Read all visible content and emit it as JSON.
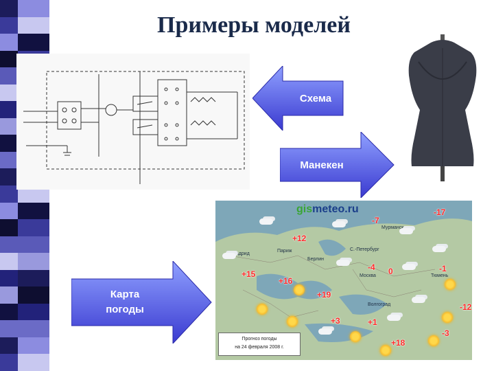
{
  "title": "Примеры моделей",
  "arrows": {
    "scheme": {
      "label": "Схема",
      "color": "#3f3fd6"
    },
    "mannequin": {
      "label": "Манекен",
      "color": "#3f3fd6"
    },
    "weather_map": {
      "label": "Карта погоды",
      "label_line1": "Карта",
      "label_line2": "погоды",
      "color": "#3f3fd6"
    }
  },
  "weather_map": {
    "logo_prefix": "gis",
    "logo_suffix": "meteo.ru",
    "caption_line1": "Прогноз погоды",
    "caption_line2": "на 24 февраля 2008 г.",
    "temperatures": [
      "-7",
      "-17",
      "+12",
      "+15",
      "+16",
      "+19",
      "-4",
      "0",
      "-1",
      "+3",
      "+1",
      "+18",
      "-3",
      "-12"
    ],
    "cities": [
      "Мадрид",
      "Париж",
      "Берлин",
      "Москва",
      "Мурманск",
      "С.-Петербург",
      "Тюмень",
      "Волгоград"
    ]
  },
  "icons": {
    "sun": "sun-icon",
    "cloud": "cloud-icon"
  }
}
